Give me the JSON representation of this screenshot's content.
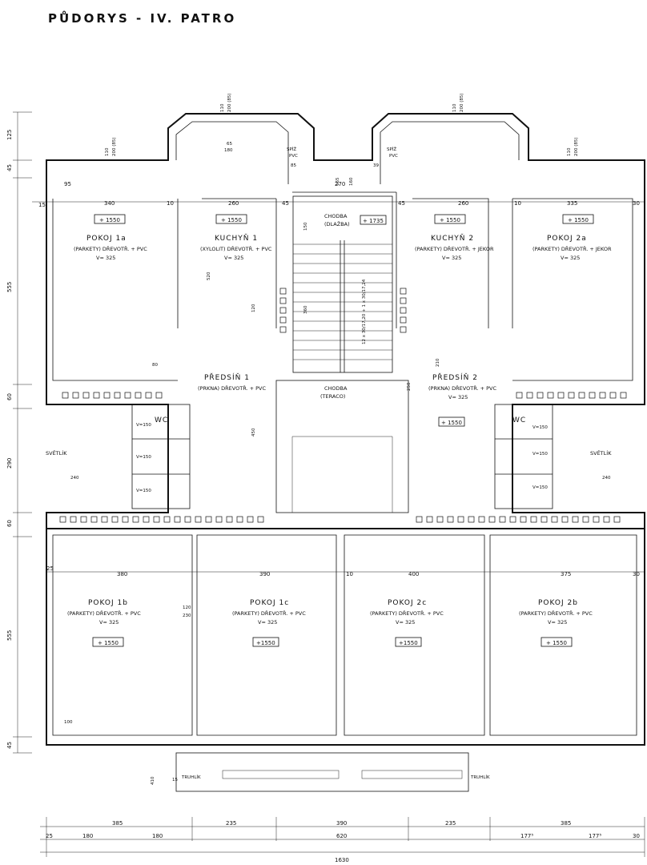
{
  "title": "PŮDORYS - IV. PATRO",
  "rooms": {
    "pokoj_1a": {
      "name": "POKOJ 1a",
      "spec": "(PARKETY) DŘEVOTŘ. + PVC",
      "height": "V= 325",
      "level": "+ 1550"
    },
    "kuchyn_1": {
      "name": "KUCHYŇ 1",
      "spec": "(XYLOLIT) DŘEVOTŘ. + PVC",
      "height": "V= 325",
      "level": "+ 1550"
    },
    "chodba_top": {
      "name": "CHODBA",
      "spec": "(DLAŽBA)",
      "level": "+ 1735"
    },
    "kuchyn_2": {
      "name": "KUCHYŇ 2",
      "spec": "(PARKETY) DŘEVOTŘ. + JEKOR",
      "height": "V= 325",
      "level": "+ 1550"
    },
    "pokoj_2a": {
      "name": "POKOJ 2a",
      "spec": "(PARKETY) DŘEVOTŘ. + JEKOR",
      "height": "V= 325",
      "level": "+ 1550"
    },
    "predsin_1": {
      "name": "PŘEDSÍŇ 1",
      "spec": "(PRKNA) DŘEVOTŘ. + PVC",
      "height": ""
    },
    "chodba_mid": {
      "name": "CHODBA",
      "spec": "(TERACO)"
    },
    "predsin_2": {
      "name": "PŘEDSÍŇ 2",
      "spec": "(PRKNA) DŘEVOTŘ. + PVC",
      "height": "V= 325",
      "level": "+ 1550"
    },
    "pokoj_1b": {
      "name": "POKOJ 1b",
      "spec": "(PARKETY) DŘEVOTŘ. + PVC",
      "height": "V= 325",
      "level": "+ 1550"
    },
    "pokoj_1c": {
      "name": "POKOJ 1c",
      "spec": "(PARKETY) DŘEVOTŘ. + PVC",
      "height": "V= 325",
      "level": "+1550"
    },
    "pokoj_2c": {
      "name": "POKOJ 2c",
      "spec": "(PARKETY) DŘEVOTŘ. + PVC",
      "height": "V= 325",
      "level": "+1550"
    },
    "pokoj_2b": {
      "name": "POKOJ 2b",
      "spec": "(PARKETY) DŘEVOTŘ. + PVC",
      "height": "V= 325",
      "level": "+ 1550"
    }
  },
  "labels": {
    "spiz": "SPÍŽ",
    "pvc": "PVC",
    "wc": "WC",
    "svetlik": "SVĚTLÍK",
    "truhlik": "TRUHLÍK",
    "v150": "V=150",
    "stairs": "12 x 30/17,20 + 1 x 30/17,24"
  },
  "dims": {
    "top_row": [
      "340",
      "10",
      "260",
      "45",
      "270",
      "45",
      "260",
      "10",
      "335",
      "30"
    ],
    "bottom_row": [
      "380",
      "390",
      "10",
      "400",
      "375",
      "30"
    ],
    "left_side": [
      "125",
      "45",
      "555",
      "60",
      "290",
      "60",
      "555",
      "45"
    ],
    "bottom_chain_1": [
      "385",
      "235",
      "390",
      "235",
      "385"
    ],
    "bottom_chain_2": [
      "25",
      "180",
      "180",
      "620",
      "177⁵",
      "177⁵",
      "30"
    ],
    "total": "1630",
    "bay_top": [
      "110",
      "200 (85)"
    ],
    "misc": [
      "95",
      "65",
      "180",
      "85",
      "165",
      "160",
      "39",
      "150",
      "360",
      "520",
      "120",
      "80",
      "210",
      "250",
      "450",
      "100",
      "120",
      "230",
      "410",
      "15",
      "240"
    ]
  }
}
